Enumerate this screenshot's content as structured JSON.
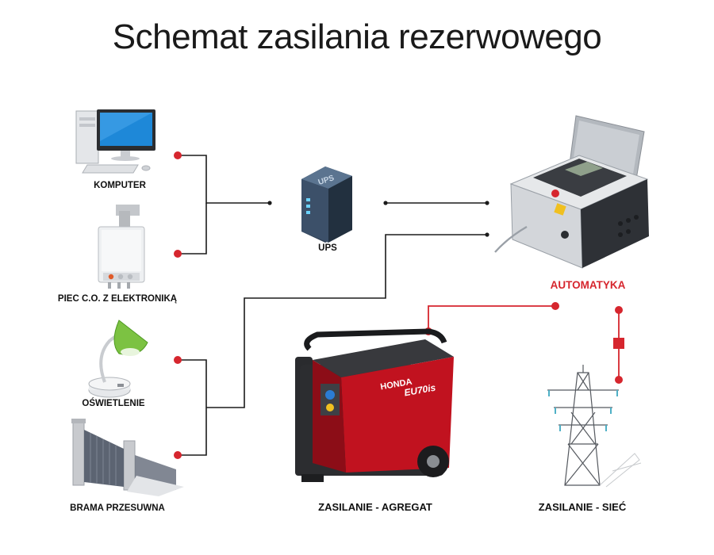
{
  "title": "Schemat zasilania rezerwowego",
  "labels": {
    "komputer": "KOMPUTER",
    "piec": "PIEC C.O. Z ELEKTRONIKĄ",
    "oswietlenie": "OŚWIETLENIE",
    "brama": "BRAMA PRZESUWNA",
    "ups": "UPS",
    "automatyka": "AUTOMATYKA",
    "agregat": "ZASILANIE - AGREGAT",
    "siec": "ZASILANIE - SIEĆ"
  },
  "device_text": {
    "ups_badge": "UPS",
    "generator_brand": "HONDA",
    "generator_model": "EU70is"
  },
  "colors": {
    "line_dark": "#1b1b1b",
    "line_red": "#d6262e",
    "dot_red": "#d6262e",
    "lamp_green": "#7cc242",
    "generator_red": "#c1121f"
  },
  "icons": [
    "computer-icon",
    "boiler-icon",
    "lamp-icon",
    "gate-icon",
    "ups-icon",
    "control-box-icon",
    "generator-icon",
    "power-pylon-icon"
  ]
}
